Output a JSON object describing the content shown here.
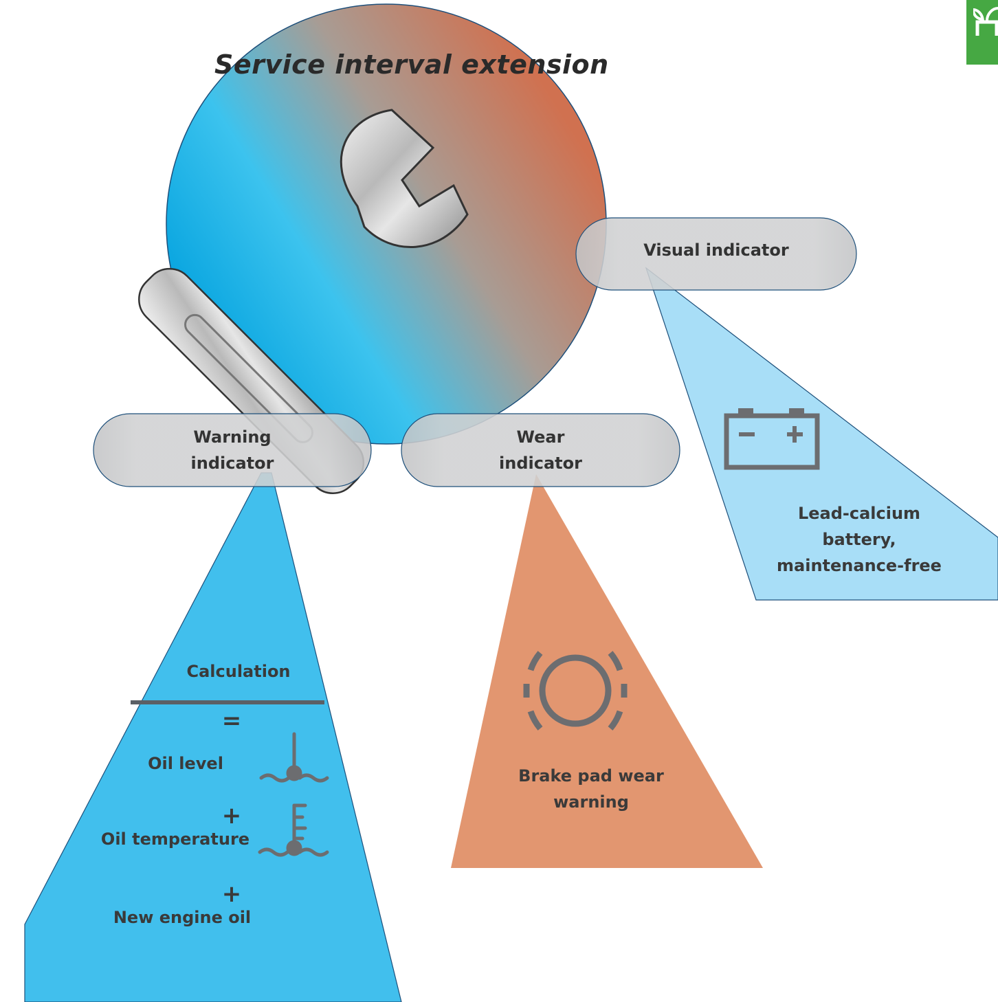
{
  "title": "Service interval extension",
  "indicators": {
    "visual": "Visual indicator",
    "warning_line1": "Warning",
    "warning_line2": "indicator",
    "wear_line1": "Wear",
    "wear_line2": "indicator"
  },
  "battery": {
    "icon": "battery-icon",
    "line1": "Lead-calcium",
    "line2": "battery,",
    "line3": "maintenance-free"
  },
  "calculation": {
    "heading": "Calculation",
    "equals": "=",
    "item1": "Oil level",
    "plus1": "+",
    "item2": "Oil temperature",
    "plus2": "+",
    "item3": "New engine oil",
    "icon_oil_level": "oil-level-icon",
    "icon_oil_temp": "oil-temperature-icon"
  },
  "brake": {
    "icon": "brake-pad-icon",
    "line1": "Brake pad wear",
    "line2": "warning"
  },
  "colors": {
    "blue": "#41bfed",
    "light_blue": "#a8def7",
    "orange": "#e29670",
    "pill": "#cfd0d1",
    "icon_gray": "#6c6d70",
    "badge_green": "#46a843"
  }
}
